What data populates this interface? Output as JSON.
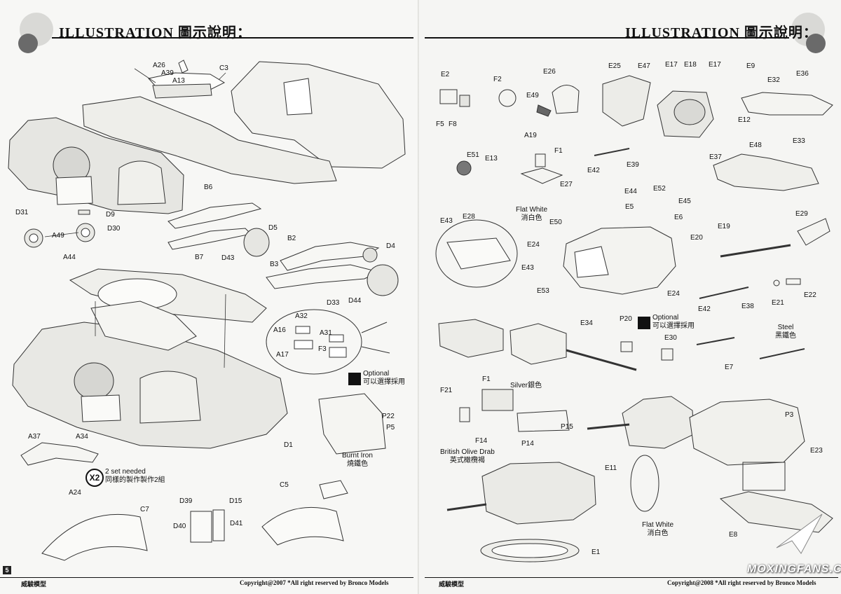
{
  "left_page": {
    "title": "ILLUSTRATION 圖示說明：",
    "page_number": "5",
    "footer_left": "威駿模型",
    "footer_right": "Copyright@2007  *All right reserved by Bronco Models",
    "labels": {
      "A26": "A26",
      "A39": "A39",
      "A13": "A13",
      "C3": "C3",
      "D31": "D31",
      "D9": "D9",
      "A49": "A49",
      "D30": "D30",
      "A44": "A44",
      "B6": "B6",
      "D5": "D5",
      "B7": "B7",
      "D43": "D43",
      "B2": "B2",
      "B3": "B3",
      "D4": "D4",
      "D33": "D33",
      "D44": "D44",
      "A32": "A32",
      "A16": "A16",
      "A31": "A31",
      "A17": "A17",
      "F3": "F3",
      "P22": "P22",
      "P5": "P5",
      "D1": "D1",
      "A37": "A37",
      "A34": "A34",
      "A24": "A24",
      "C5": "C5",
      "C7": "C7",
      "D39": "D39",
      "D15": "D15",
      "D40": "D40",
      "D41": "D41"
    },
    "optional_en": "Optional",
    "optional_zh": "可以選擇採用",
    "burnt_iron_en": "Burnt Iron",
    "burnt_iron_zh": "燒鐵色",
    "x2": "X2",
    "sets_needed_en": "2 set needed",
    "sets_needed_zh": "同樣的製作製作2組"
  },
  "right_page": {
    "title": "ILLUSTRATION 圖示說明：",
    "footer_left": "威駿模型",
    "footer_right": "Copyright@2008  *All right reserved by Bronco Models",
    "labels": {
      "E2": "E2",
      "F2": "F2",
      "E26": "E26",
      "E49": "E49",
      "F5": "F5",
      "F8": "F8",
      "E25": "E25",
      "E47": "E47",
      "E17a": "E17",
      "E18": "E18",
      "E17b": "E17",
      "E9": "E9",
      "E32": "E32",
      "E36": "E36",
      "E12": "E12",
      "A19": "A19",
      "F1a": "F1",
      "E51": "E51",
      "E13": "E13",
      "E42a": "E42",
      "E39": "E39",
      "E27": "E27",
      "E37": "E37",
      "E48": "E48",
      "E33": "E33",
      "E44": "E44",
      "E52": "E52",
      "E5": "E5",
      "E45": "E45",
      "E6": "E6",
      "E43a": "E43",
      "E28": "E28",
      "E50": "E50",
      "E24a": "E24",
      "E43b": "E43",
      "E53": "E53",
      "E24b": "E24",
      "E29": "E29",
      "E19": "E19",
      "E20": "E20",
      "E22": "E22",
      "E21": "E21",
      "E42b": "E42",
      "E38": "E38",
      "E34": "E34",
      "P20": "P20",
      "E30": "E30",
      "E7": "E7",
      "F21": "F21",
      "F1b": "F1",
      "P15": "P15",
      "F14": "F14",
      "P14": "P14",
      "P3": "P3",
      "E23": "E23",
      "E11": "E11",
      "E8": "E8",
      "E1": "E1"
    },
    "flat_white_en": "Flat White",
    "flat_white_zh": "消白色",
    "optional_en": "Optional",
    "optional_zh": "可以選擇採用",
    "steel_en": "Steel",
    "steel_zh": "黑鐵色",
    "silver": "Silver銀色",
    "british_olive_en": "British Olive Drab",
    "british_olive_zh": "英式橄欖褐",
    "flat_white2_en": "Flat White",
    "flat_white2_zh": "消白色",
    "watermark": "MOXINGFANS.COM"
  }
}
